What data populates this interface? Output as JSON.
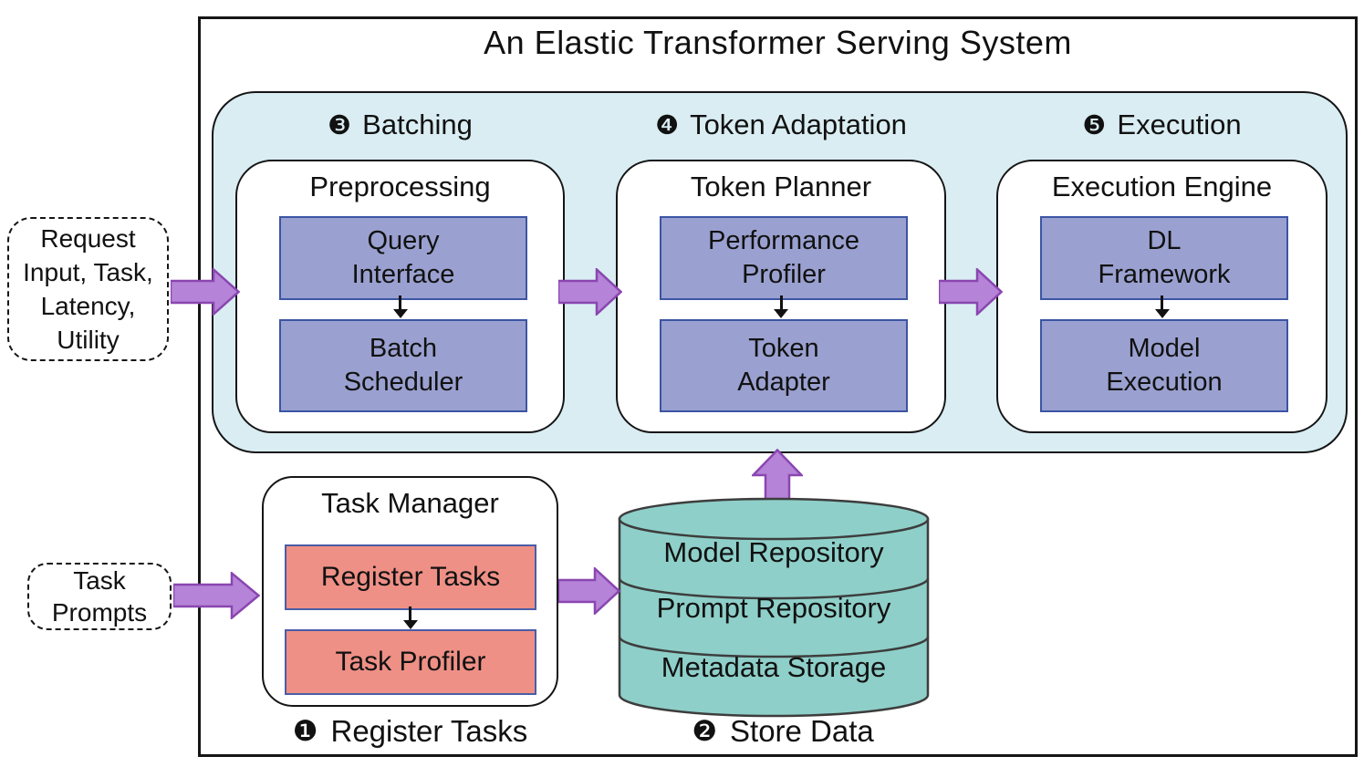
{
  "diagram_title": "An Elastic Transformer Serving System",
  "pipeline": {
    "stages": [
      {
        "step_badge": "❸",
        "step_label": "Batching",
        "container_title": "Preprocessing",
        "modules": [
          {
            "line1": "Query",
            "line2": "Interface"
          },
          {
            "line1": "Batch",
            "line2": "Scheduler"
          }
        ]
      },
      {
        "step_badge": "❹",
        "step_label": "Token Adaptation",
        "container_title": "Token Planner",
        "modules": [
          {
            "line1": "Performance",
            "line2": "Profiler"
          },
          {
            "line1": "Token",
            "line2": "Adapter"
          }
        ]
      },
      {
        "step_badge": "❺",
        "step_label": "Execution",
        "container_title": "Execution Engine",
        "modules": [
          {
            "line1": "DL",
            "line2": "Framework"
          },
          {
            "line1": "Model",
            "line2": "Execution"
          }
        ]
      }
    ]
  },
  "inputs": {
    "request": {
      "line1": "Request",
      "line2": "Input, Task,",
      "line3": "Latency,",
      "line4": "Utility"
    },
    "task_prompts": {
      "line1": "Task",
      "line2": "Prompts"
    }
  },
  "task_manager": {
    "title": "Task Manager",
    "modules": [
      {
        "label": "Register Tasks"
      },
      {
        "label": "Task Profiler"
      }
    ]
  },
  "datastore": {
    "layers": [
      "Model Repository",
      "Prompt Repository",
      "Metadata Storage"
    ]
  },
  "footnotes": [
    {
      "badge": "❶",
      "label": "Register Tasks"
    },
    {
      "badge": "❷",
      "label": "Store Data"
    }
  ],
  "colors": {
    "stage_bg": "#d9edf2",
    "module_fill": "#9aa1d0",
    "module_border": "#3c55a4",
    "task_fill": "#ee9086",
    "task_border": "#4a5da6",
    "datastore_fill": "#8ecfc9",
    "datastore_outline": "#3d3d3d",
    "arrow_fill": "#b583d8",
    "arrow_outline": "#8a46b0",
    "connector_color": "#111111"
  }
}
